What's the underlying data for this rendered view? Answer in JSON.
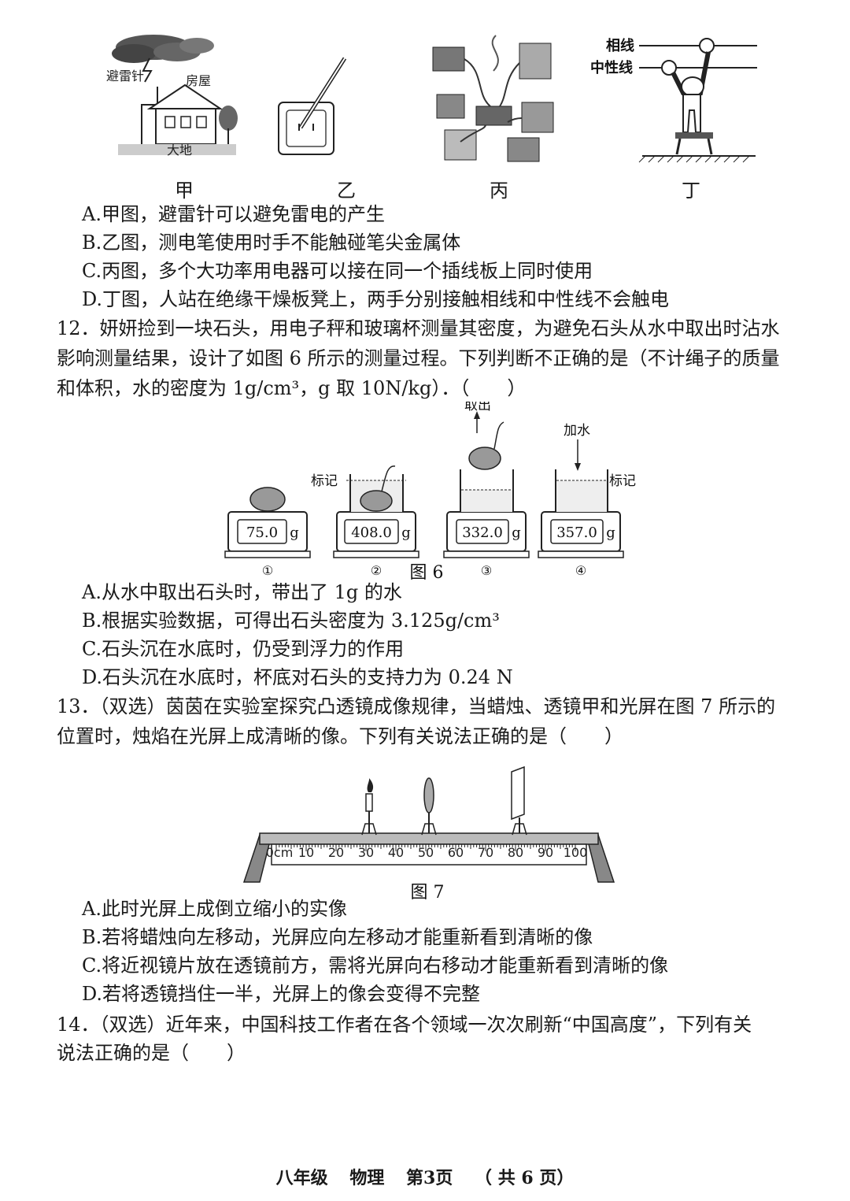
{
  "top_figures": {
    "jia": {
      "caption": "甲",
      "lightning_rod_label": "避雷针",
      "house_label": "房屋",
      "ground_label": "大地"
    },
    "yi": {
      "caption": "乙"
    },
    "bing": {
      "caption": "丙"
    },
    "ding": {
      "caption": "丁",
      "live_wire_label": "相线",
      "neutral_wire_label": "中性线"
    }
  },
  "q11_options": [
    {
      "letter": "A.",
      "text": "甲图，避雷针可以避免雷电的产生"
    },
    {
      "letter": "B.",
      "text": "乙图，测电笔使用时手不能触碰笔尖金属体"
    },
    {
      "letter": "C.",
      "text": "丙图，多个大功率用电器可以接在同一个插线板上同时使用"
    },
    {
      "letter": "D.",
      "text": "丁图，人站在绝缘干燥板凳上，两手分别接触相线和中性线不会触电"
    }
  ],
  "q12": {
    "line1": "12．妍妍捡到一块石头，用电子秤和玻璃杯测量其密度，为避免石头从水中取出时沾水",
    "line2": "影响测量结果，设计了如图 6 所示的测量过程。下列判断不正确的是（不计绳子的质量",
    "line3": "和体积，水的密度为 1g/cm³，g 取 10N/kg）．（　　）",
    "figure": {
      "caption": "图 6",
      "mark_label_left": "标记",
      "mark_label_right": "标记",
      "take_out_label": "取出",
      "add_water_label": "加水",
      "unit": "g",
      "readings": [
        "75.0",
        "408.0",
        "332.0",
        "357.0"
      ],
      "steps": [
        "①",
        "②",
        "③",
        "④"
      ]
    },
    "options": [
      {
        "letter": "A.",
        "text": "从水中取出石头时，带出了 1g 的水"
      },
      {
        "letter": "B.",
        "text": "根据实验数据，可得出石头密度为 3.125g/cm³"
      },
      {
        "letter": "C.",
        "text": "石头沉在水底时，仍受到浮力的作用"
      },
      {
        "letter": "D.",
        "text": "石头沉在水底时，杯底对石头的支持力为 0.24 N"
      }
    ]
  },
  "q13": {
    "line1": "13．（双选）茵茵在实验室探究凸透镜成像规律，当蜡烛、透镜甲和光屏在图 7 所示的",
    "line2": "位置时，烛焰在光屏上成清晰的像。下列有关说法正确的是（　　）",
    "figure": {
      "caption": "图 7",
      "scale_labels": [
        "0cm",
        "10",
        "20",
        "30",
        "40",
        "50",
        "60",
        "70",
        "80",
        "90",
        "100"
      ]
    },
    "options": [
      {
        "letter": "A.",
        "text": "此时光屏上成倒立缩小的实像"
      },
      {
        "letter": "B.",
        "text": "若将蜡烛向左移动，光屏应向左移动才能重新看到清晰的像"
      },
      {
        "letter": "C.",
        "text": "将近视镜片放在透镜前方，需将光屏向右移动才能重新看到清晰的像"
      },
      {
        "letter": "D.",
        "text": "若将透镜挡住一半，光屏上的像会变得不完整"
      }
    ]
  },
  "q14": {
    "line1": "14．（双选）近年来，中国科技工作者在各个领域一次次刷新“中国高度”，下列有关",
    "line2": "说法正确的是（　　）"
  },
  "footer": {
    "grade": "八年级",
    "subject": "物理",
    "page": "第3页",
    "total": "（ 共 6 页）"
  }
}
